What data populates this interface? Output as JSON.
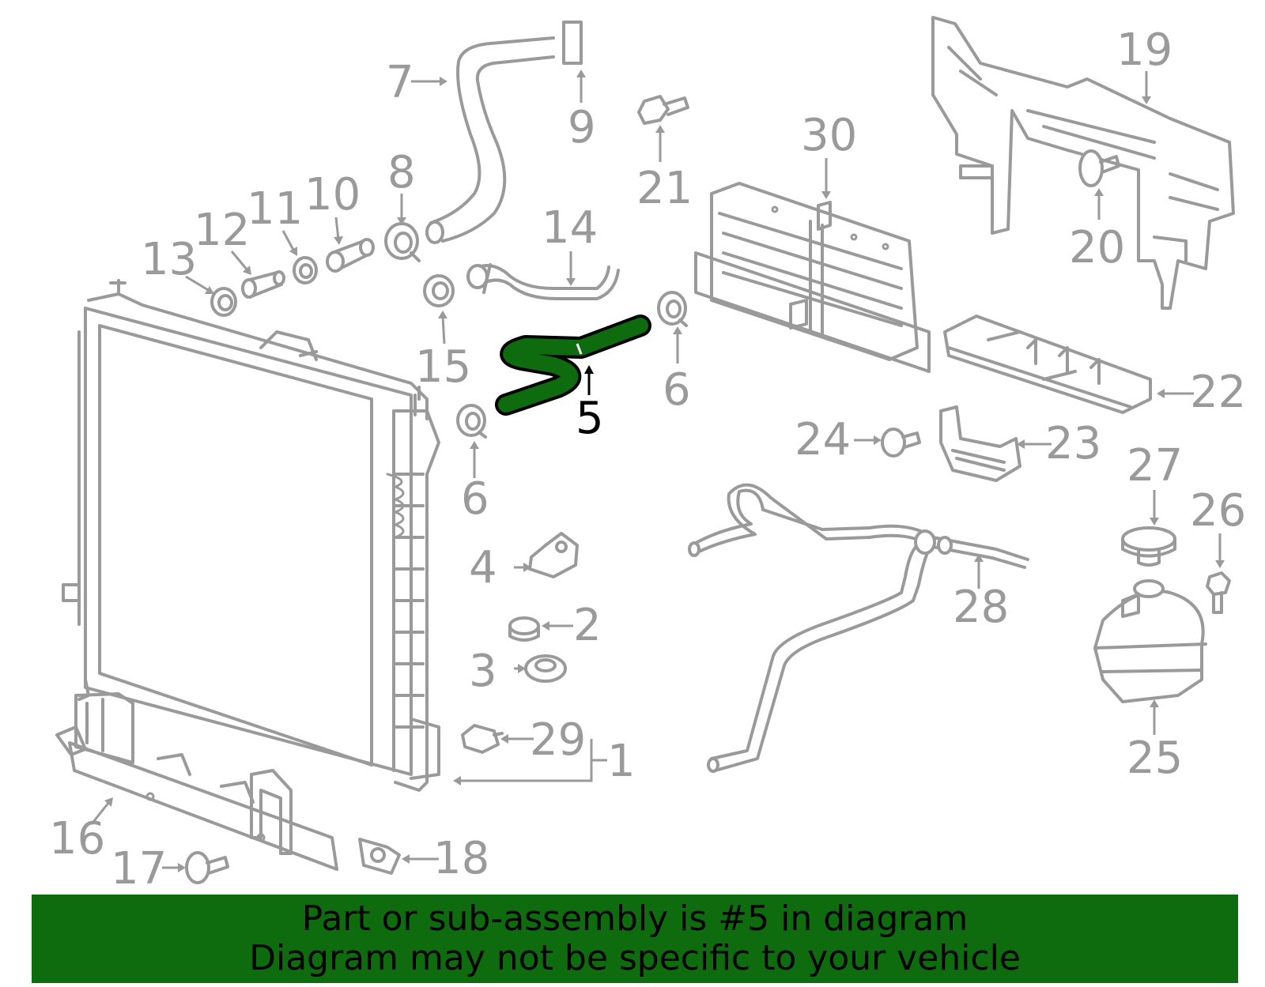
{
  "colors": {
    "part_stroke": "#9a9a9a",
    "highlight_fill": "#0e6b0e",
    "banner_bg": "#0e6b0e",
    "label_gray": "#9a9a9a",
    "label_highlight": "#000000"
  },
  "highlighted_part": "5",
  "callouts": [
    "1",
    "2",
    "3",
    "4",
    "5",
    "6",
    "6",
    "7",
    "8",
    "9",
    "10",
    "11",
    "12",
    "13",
    "14",
    "15",
    "16",
    "17",
    "18",
    "19",
    "20",
    "21",
    "22",
    "23",
    "24",
    "25",
    "26",
    "27",
    "28",
    "29",
    "30"
  ],
  "banner": {
    "line1": "Part or sub-assembly is #5 in diagram",
    "line2": "Diagram may not be specific to your vehicle"
  }
}
